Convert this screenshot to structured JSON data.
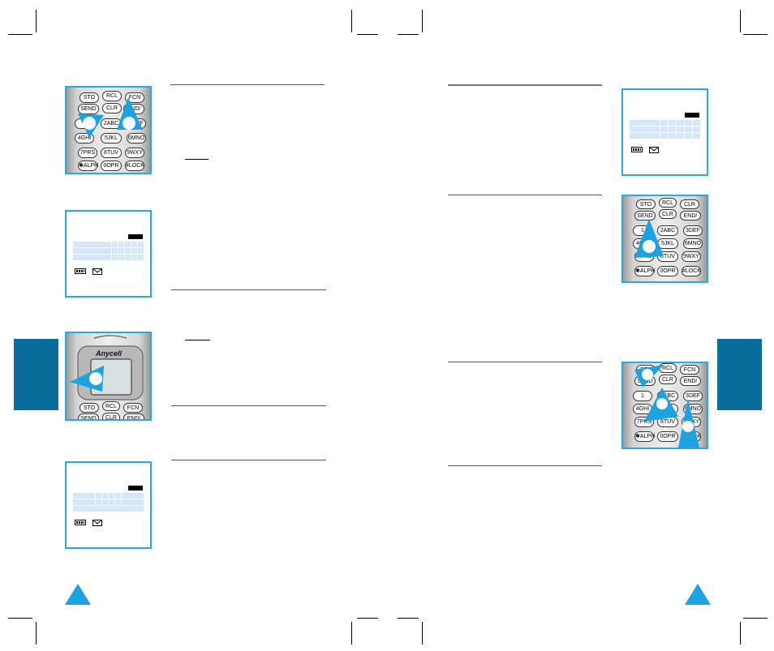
{
  "phone": {
    "brand_label": "Anycell"
  },
  "keys": {
    "sto": "STO",
    "rcl": "RCL",
    "fcn": "FCN",
    "clr": "CLR",
    "send": "SEND",
    "end": "END/",
    "k1": "1",
    "k2": "2ABC",
    "k3": "3DEF",
    "k4": "4GHI",
    "k5": "5JKL",
    "k6": "6MNO",
    "k7": "7PRS",
    "k8": "8TUV",
    "k9": "9WXY",
    "kstar": "✱ALPH",
    "k0": "0OPR",
    "khash": "#LOCK"
  },
  "colors": {
    "accent": "#29a9e0",
    "tab": "#0a6e9c",
    "lcd_cell": "#d6e6f5"
  },
  "icons": {
    "battery": "battery-icon",
    "envelope": "envelope-icon",
    "pointer": "pointer-triangle"
  }
}
